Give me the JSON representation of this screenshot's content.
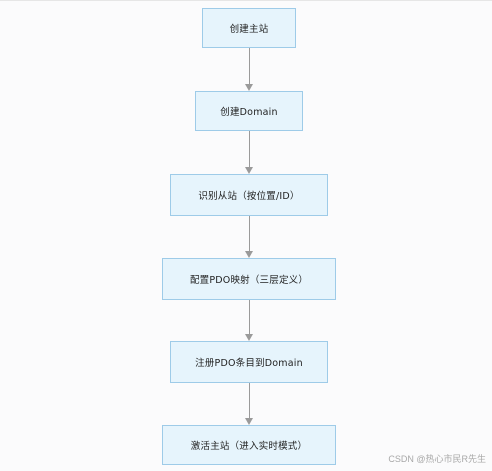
{
  "flowchart": {
    "nodes": [
      {
        "label": "创建主站"
      },
      {
        "label": "创建Domain"
      },
      {
        "label": "识别从站（按位置/ID）"
      },
      {
        "label": "配置PDO映射（三层定义）"
      },
      {
        "label": "注册PDO条目到Domain"
      },
      {
        "label": "激活主站（进入实时模式）"
      }
    ]
  },
  "watermark": "CSDN @热心市民R先生"
}
